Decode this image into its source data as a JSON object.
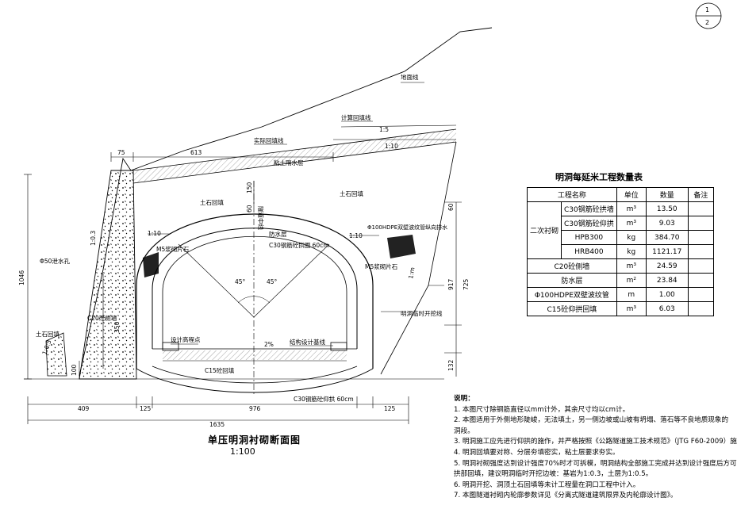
{
  "drawing": {
    "title": "单压明洞衬砌断面图",
    "scale": "1:100",
    "labels": {
      "ground_line": "地面线",
      "design_backfill_line": "计算回填线",
      "actual_backfill_line": "实际回填线",
      "slope_1_5": "1:5",
      "slope_1_10_top": "1:10",
      "clay_water_barrier": "粘土隔水层",
      "earth_stone_backfill_left": "土石回填",
      "earth_stone_backfill_right": "土石回填",
      "slope_1_10_left": "1:10",
      "slope_1_10_right": "1:10",
      "m5_rubble_left": "M5浆砌片石",
      "m5_rubble_right": "M5浆砌片石",
      "waterproof_layer": "防水层",
      "c30_lining_arch": "C30钢筋砼拱圈 60cm",
      "tunnel_center_line": "隧道中线",
      "angle_left": "45°",
      "angle_right": "45°",
      "hdpe_pipe": "Φ100HDPE双壁波纹管纵向排水",
      "drain_hole": "Φ50泄水孔",
      "c20_side_wall": "C20砼侧墙",
      "earth_stone_backfill_bottom": "土石回填",
      "slope_1_0_3": "1:0.3",
      "slope_1_0_5_left": "1:0.5",
      "slope_1_m": "1:m",
      "temp_excavation_line": "明洞临时开挖线",
      "design_elevation_point": "设计高程点",
      "structure_design_line": "结构设计基线",
      "grade_2pct": "2%",
      "c15_backfill": "C15砼回填",
      "c30_invert": "C30钢筋砼仰拱 60cm"
    },
    "dims": {
      "d75": "75",
      "d613": "613",
      "d1046": "1046",
      "d150": "150",
      "d60_top": "60",
      "d60_right": "60",
      "d917": "917",
      "d725": "725",
      "d132": "132",
      "d350": "350",
      "d100": "100",
      "d409": "409",
      "d125_left": "125",
      "d976": "976",
      "d125_right": "125",
      "d1635": "1635"
    }
  },
  "quantity_table": {
    "title": "明洞每延米工程数量表",
    "headers": [
      "工程名称",
      "单位",
      "数量",
      "备注"
    ],
    "group_label": "二次衬砌",
    "group_rows": [
      {
        "name": "C30钢筋砼拱墙",
        "unit": "m³",
        "qty": "13.50"
      },
      {
        "name": "C30钢筋砼仰拱",
        "unit": "m³",
        "qty": "9.03"
      },
      {
        "name": "HPB300",
        "unit": "kg",
        "qty": "384.70"
      },
      {
        "name": "HRB400",
        "unit": "kg",
        "qty": "1121.17"
      }
    ],
    "rows": [
      {
        "name": "C20砼侧墙",
        "unit": "m³",
        "qty": "24.59"
      },
      {
        "name": "防水层",
        "unit": "m²",
        "qty": "23.84"
      },
      {
        "name": "Φ100HDPE双壁波纹管",
        "unit": "m",
        "qty": "1.00"
      },
      {
        "name": "C15砼仰拱回填",
        "unit": "m³",
        "qty": "6.03"
      }
    ]
  },
  "notes": {
    "heading": "说明：",
    "items": [
      "1. 本图尺寸除钢筋直径以mm计外，其余尺寸均以cm计。",
      "2. 本图适用于外侧地形陡峻，无法填土，另一侧边坡或山坡有坍塌、落石等不良地质现象的",
      "   洞段。",
      "3. 明洞施工应先进行仰拱的施作，并严格按照《公路隧道施工技术规范》（JTG F60-2009）施",
      "4. 明洞回填要对称、分层夯填密实，粘土层要求夯实。",
      "5. 明洞衬砌强度达到设计强度70%时才可拆模，明洞结构全部施工完成并达到设计强度后方可",
      "   拱部回填，建议明洞临时开挖边坡：基岩为1:0.3，土层为1:0.5。",
      "6. 明洞开挖、洞顶土石回填等未计工程量在洞口工程中计入。",
      "7. 本图隧道衬砌内轮廓参数详见《分离式隧道建筑限界及内轮廓设计图》。"
    ]
  },
  "sheet_mark": {
    "top": "1",
    "bottom": "2"
  }
}
